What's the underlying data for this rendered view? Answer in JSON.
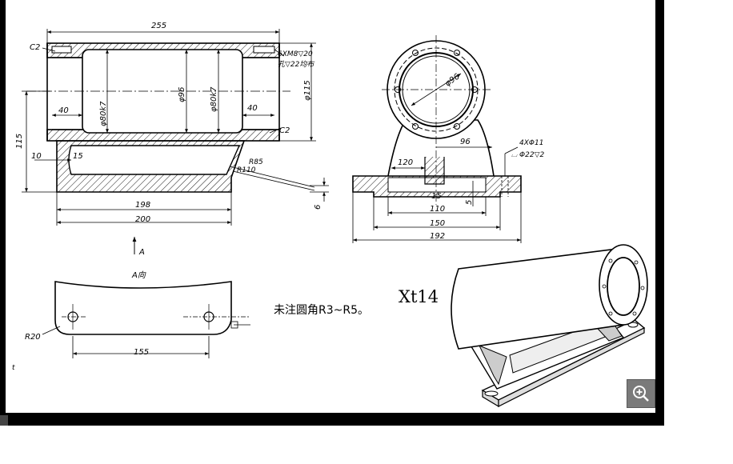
{
  "front_view": {
    "dim_255": "255",
    "dim_c2_top": "C2",
    "dim_thread": "6XM8▽20",
    "dim_thread_note": "孔▽22均布",
    "dim_phi80_left": "φ80k7",
    "dim_phi96": "φ96",
    "dim_phi80_right": "φ80k7",
    "dim_40_left": "40",
    "dim_40_right": "40",
    "dim_phi115": "φ115",
    "dim_c2_bottom": "C2",
    "dim_115": "115",
    "dim_10": "10",
    "dim_15": "15",
    "dim_r85": "R85",
    "dim_r110": "R110",
    "dim_6": "6",
    "dim_198": "198",
    "dim_200": "200",
    "view_arrow_label": "A"
  },
  "side_view": {
    "dim_phi96": "φ96",
    "dim_96": "96",
    "dim_holes": "4XΦ11",
    "dim_counterbore": "⌴ Φ22▽2",
    "dim_120": "120",
    "dim_15": "15",
    "dim_5": "5",
    "dim_110": "110",
    "dim_150": "150",
    "dim_192": "192"
  },
  "bottom_view": {
    "title": "A向",
    "dim_r20": "R20",
    "dim_155": "155"
  },
  "note": "未注圆角R3~R5。",
  "model_label": "Xt14",
  "small_mark": "t",
  "zoom_icon": "zoom-in-icon"
}
